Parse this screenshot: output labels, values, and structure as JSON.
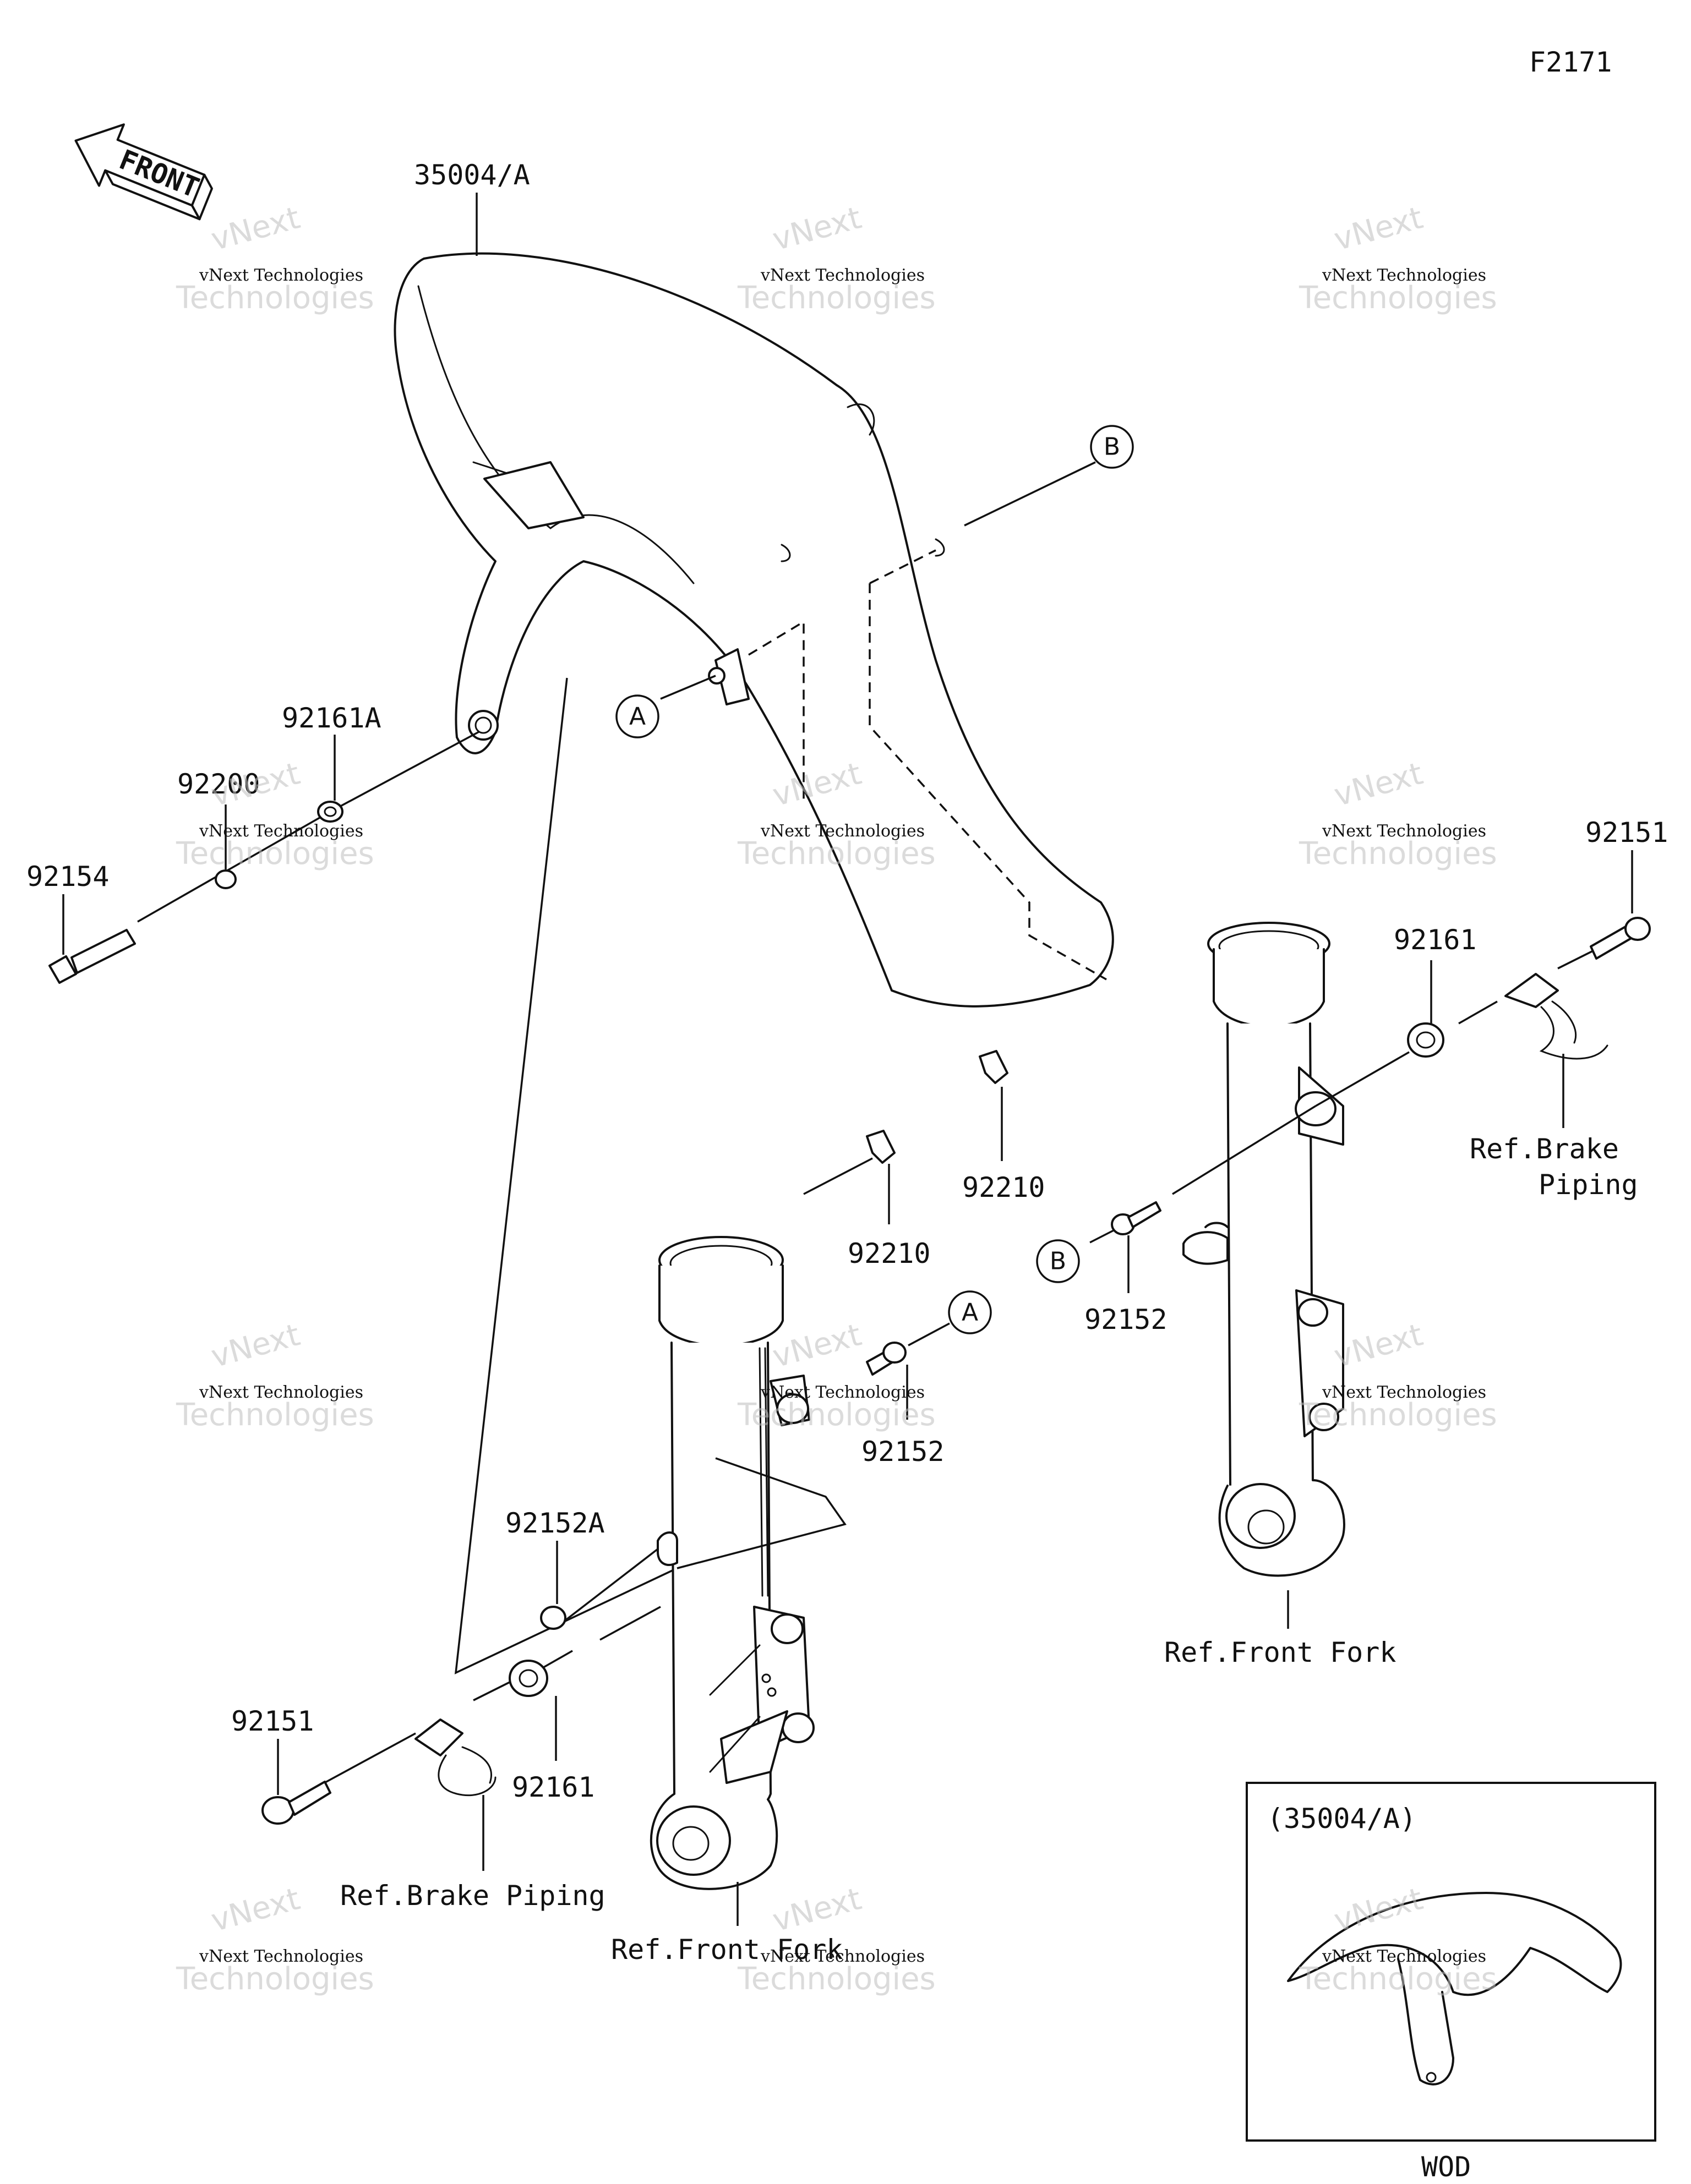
{
  "figure_code": "F2171",
  "front_label": "FRONT",
  "callouts": {
    "fender": "35004/A",
    "collar_a": "92161A",
    "washer": "92200",
    "bolt_left": "92154",
    "bolt_right": "92151",
    "collar_right": "92161",
    "nut_right": "92210",
    "nut_center": "92210",
    "bolt_b": "92152",
    "bolt_a": "92152",
    "grommet": "92152A",
    "bolt_lower": "92151",
    "collar_lower": "92161"
  },
  "markers": {
    "a": "A",
    "b": "B"
  },
  "references": {
    "brake_piping_right_line1": "Ref.Brake",
    "brake_piping_right_line2": "Piping",
    "front_fork_right": "Ref.Front Fork",
    "brake_piping_lower": "Ref.Brake Piping",
    "front_fork_lower": "Ref.Front Fork"
  },
  "inset": {
    "title": "(35004/A)",
    "caption": "WOD"
  },
  "watermark": {
    "line1": "vNext Technologies",
    "line2": "Technologies",
    "line3": "vNext"
  }
}
